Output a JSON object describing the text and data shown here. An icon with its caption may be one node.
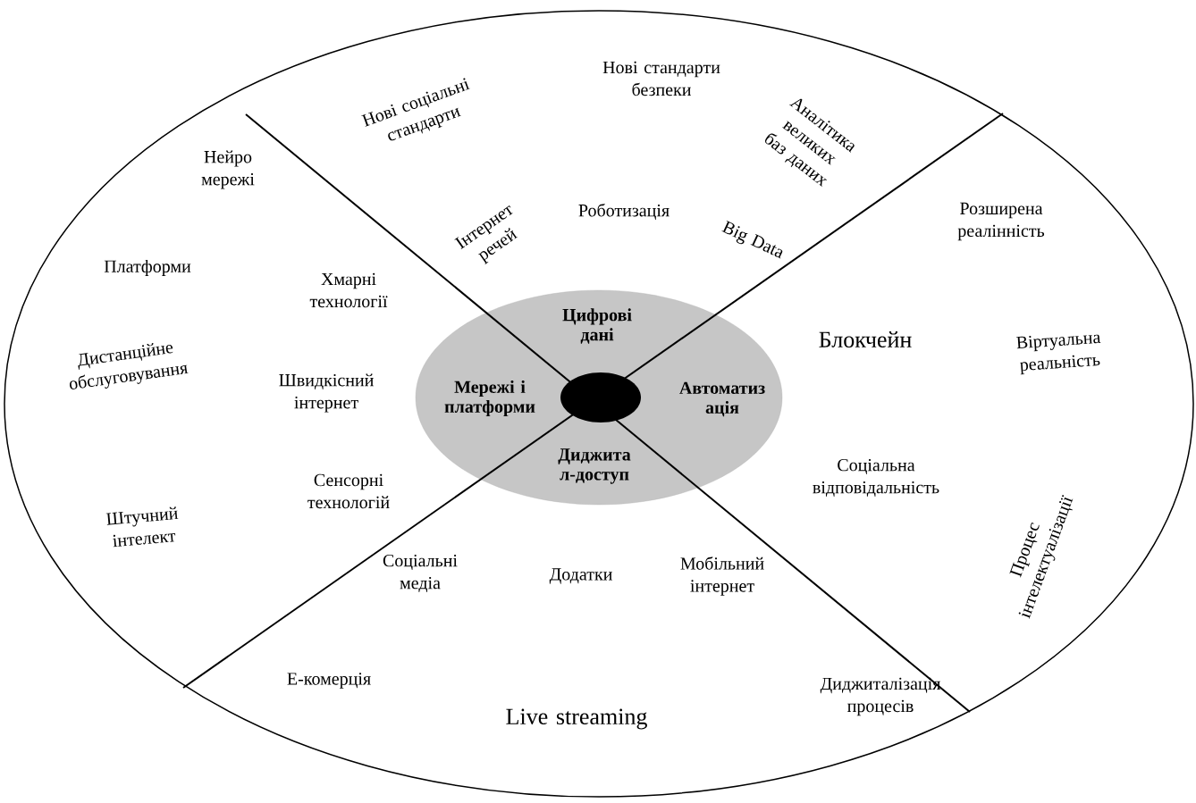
{
  "diagram": {
    "nodes": [
      {
        "text": [],
        "shape": "circle"
      },
      {
        "text": [
          "Цифрові дані",
          "Мережі і платформи",
          "Автоматиз ація",
          "Диджита л-доступ"
        ],
        "in": 0
      },
      {
        "text": [],
        "shape": "circle",
        "in": 1
      }
    ],
    "edges": [],
    "labels": [
      "Нові стандарти безпеки",
      "Нові соціальні стандарти",
      "Аналітика великих баз даних",
      "Нейро мережі",
      "Інтернет речей",
      "Роботизація",
      "Big Data",
      "Розширена реалінність",
      "Платформи",
      "Хмарні технології",
      "Блокчейн",
      "Віртуальна реальність",
      "Дистанційне обслуговування",
      "Швидкісний інтернет",
      "Соціальна відповідальність",
      "Сенсорні технологій",
      "Штучний інтелект",
      "Процес інтелектуалізації",
      "Соціальні медіа",
      "Додатки",
      "Мобільний інтернет",
      "Е-комерція",
      "Live streaming",
      "Диджиталізація процесів"
    ]
  }
}
